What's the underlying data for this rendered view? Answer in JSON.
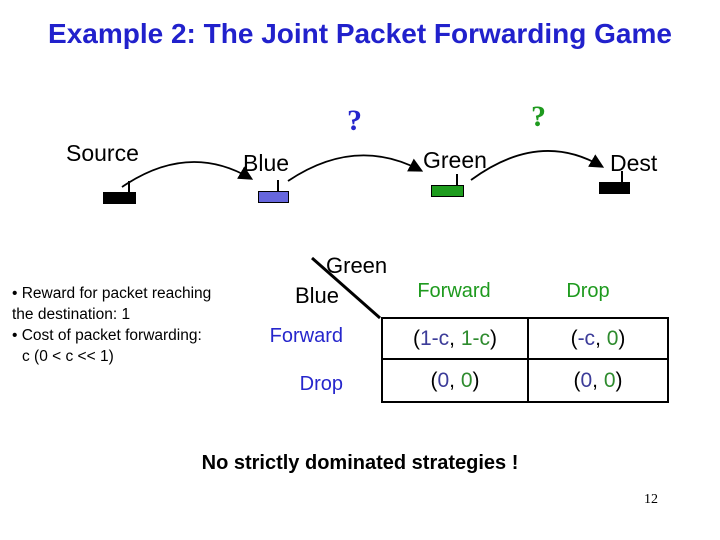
{
  "title": "Example 2: The Joint Packet Forwarding Game",
  "footer": "No strictly dominated strategies !",
  "page_number": "12",
  "diagram": {
    "nodes": [
      {
        "label": "Source",
        "device": "black-station"
      },
      {
        "label": "Blue",
        "device": "blue-station"
      },
      {
        "label": "Green",
        "device": "green-station"
      },
      {
        "label": "Dest",
        "device": "black-station"
      }
    ],
    "question_marks": [
      {
        "glyph": "?",
        "owner": "Blue"
      },
      {
        "glyph": "?",
        "owner": "Green"
      }
    ]
  },
  "notes": {
    "lines": [
      "• Reward for packet reaching",
      "the destination: 1",
      "• Cost of packet forwarding:",
      "c (0 < c << 1)"
    ]
  },
  "matrix": {
    "col_player": "Green",
    "row_player": "Blue",
    "col_headers": [
      "Forward",
      "Drop"
    ],
    "row_headers": [
      "Forward",
      "Drop"
    ],
    "cells": [
      [
        [
          {
            "t": "(",
            "c": "k"
          },
          {
            "t": "1-c",
            "c": "b"
          },
          {
            "t": ", ",
            "c": "k"
          },
          {
            "t": "1-c",
            "c": "g"
          },
          {
            "t": ")",
            "c": "k"
          }
        ],
        [
          {
            "t": "(",
            "c": "k"
          },
          {
            "t": "-c",
            "c": "b"
          },
          {
            "t": ", ",
            "c": "k"
          },
          {
            "t": "0",
            "c": "g"
          },
          {
            "t": ")",
            "c": "k"
          }
        ]
      ],
      [
        [
          {
            "t": "(",
            "c": "k"
          },
          {
            "t": "0",
            "c": "b"
          },
          {
            "t": ", ",
            "c": "k"
          },
          {
            "t": "0",
            "c": "g"
          },
          {
            "t": ")",
            "c": "k"
          }
        ],
        [
          {
            "t": "(",
            "c": "k"
          },
          {
            "t": "0",
            "c": "b"
          },
          {
            "t": ", ",
            "c": "k"
          },
          {
            "t": "0",
            "c": "g"
          },
          {
            "t": ")",
            "c": "k"
          }
        ]
      ]
    ]
  },
  "colors": {
    "title_blue": "#2121CC",
    "blue_text": "#2626CC",
    "green_text": "#1E9A1E",
    "cell_blue": "#3C3C99",
    "cell_green": "#2E8B2E",
    "blue_device": "#6666DD",
    "green_device": "#1E9C1E"
  }
}
